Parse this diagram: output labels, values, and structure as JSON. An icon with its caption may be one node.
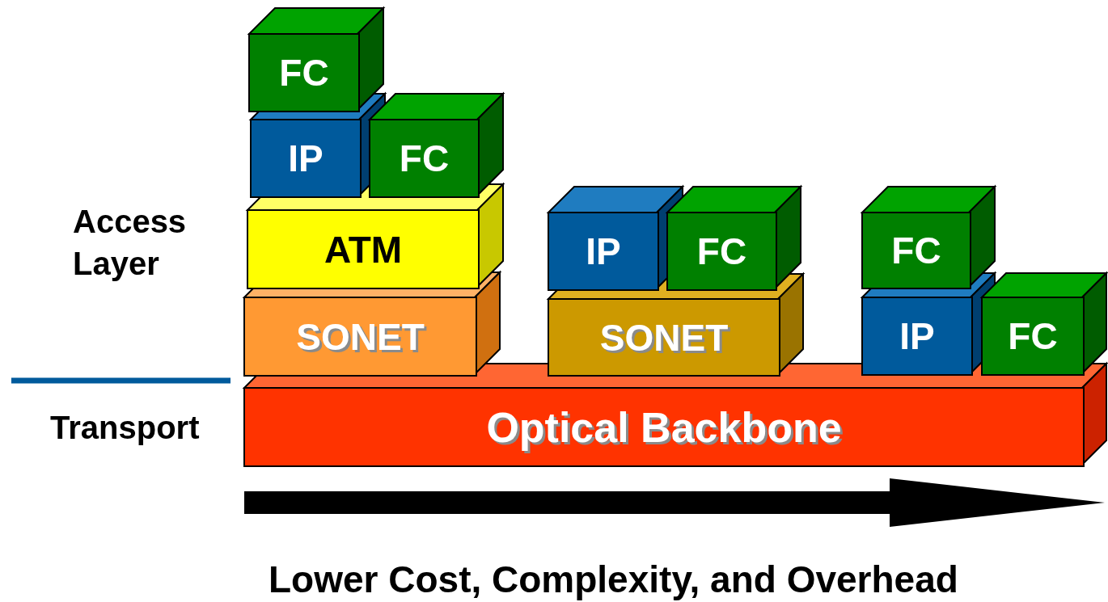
{
  "diagram": {
    "nodes": [
      {
        "text": [
          "FC"
        ]
      },
      {
        "text": [
          "IP"
        ]
      },
      {
        "text": [
          "FC"
        ]
      },
      {
        "text": [
          "ATM"
        ]
      },
      {
        "text": [
          "SONET"
        ]
      },
      {
        "text": [
          "IP"
        ]
      },
      {
        "text": [
          "FC"
        ]
      },
      {
        "text": [
          "SONET"
        ]
      },
      {
        "text": [
          "FC"
        ]
      },
      {
        "text": [
          "IP"
        ]
      },
      {
        "text": [
          "FC"
        ]
      },
      {
        "text": [
          "Optical Backbone"
        ]
      }
    ],
    "edges": [],
    "labels": [
      "Access Layer",
      "Transport",
      "Lower Cost, Complexity, and Overhead"
    ]
  }
}
